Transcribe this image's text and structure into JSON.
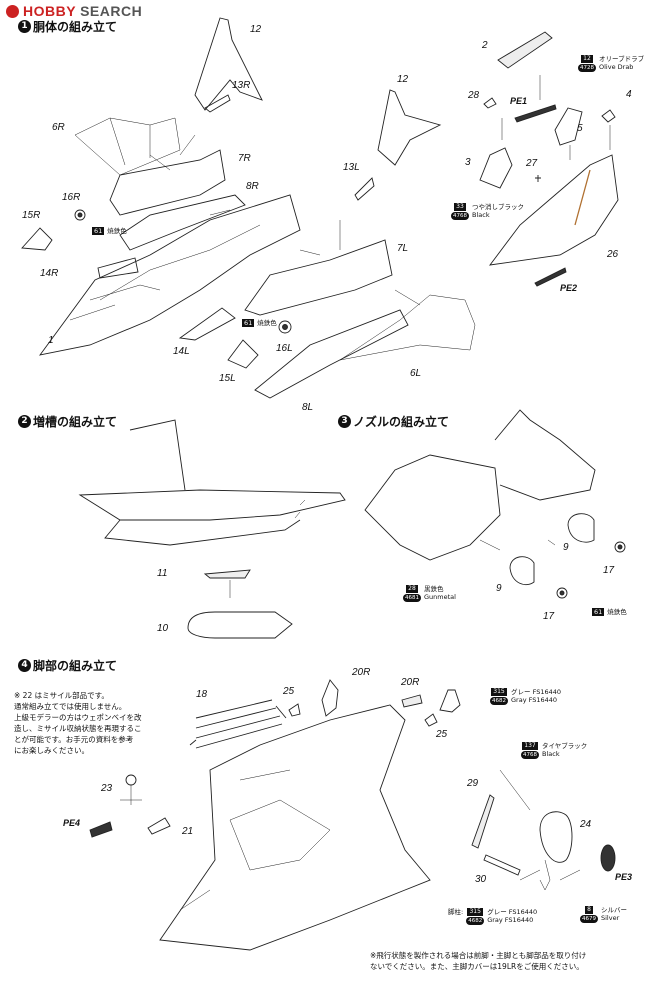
{
  "watermark": {
    "hobby": "HOBBY",
    "search": "SEARCH"
  },
  "sections": {
    "s1": {
      "num": "1",
      "title": "胴体の組み立て"
    },
    "s2": {
      "num": "2",
      "title": "増槽の組み立て"
    },
    "s3": {
      "num": "3",
      "title": "ノズルの組み立て"
    },
    "s4": {
      "num": "4",
      "title": "脚部の組み立て"
    }
  },
  "parts": {
    "p12a": "12",
    "p13R": "13R",
    "p6R": "6R",
    "p7R": "7R",
    "p8R": "8R",
    "p16R": "16R",
    "p15R": "15R",
    "p14R": "14R",
    "p1": "1",
    "p14L": "14L",
    "p15L": "15L",
    "p16L": "16L",
    "p12b": "12",
    "p13L": "13L",
    "p7L": "7L",
    "p6L": "6L",
    "p8L": "8L",
    "p2": "2",
    "p28": "28",
    "p3": "3",
    "p27": "27",
    "p5": "5",
    "p4": "4",
    "p26": "26",
    "pe1": "PE1",
    "pe2": "PE2",
    "p11": "11",
    "p10": "10",
    "p9a": "9",
    "p17a": "17",
    "p9b": "9",
    "p17b": "17",
    "p18": "18",
    "p25a": "25",
    "p20Ra": "20R",
    "p20Rb": "20R",
    "p25b": "25",
    "p23": "23",
    "pe4": "PE4",
    "p21": "21",
    "p29": "29",
    "p24": "24",
    "p30": "30",
    "pe3": "PE3"
  },
  "paints": {
    "olive": {
      "code": "12",
      "cap": "4728",
      "jp": "オリーブドラブ",
      "en": "Olive Drab"
    },
    "black_semi": {
      "code": "33",
      "cap": "4768",
      "jp": "つや消しブラック",
      "en": "Black"
    },
    "burnt1": {
      "code": "61",
      "jp": "焼鉄色"
    },
    "burnt2": {
      "code": "61",
      "jp": "焼鉄色"
    },
    "gunmetal": {
      "code": "28",
      "cap": "4681",
      "jp": "黒鉄色",
      "en": "Gunmetal"
    },
    "burnt3": {
      "code": "61",
      "jp": "焼鉄色"
    },
    "gray": {
      "code": "315",
      "cap": "4682",
      "jp": "グレー FS16440",
      "en": "Gray FS16440"
    },
    "tire": {
      "code": "137",
      "cap": "4768",
      "jp": "タイヤブラック",
      "en": "Black"
    },
    "leg_gray": {
      "prefix": "脚柱:",
      "code": "315",
      "cap": "4682",
      "jp": "グレー FS16440",
      "en": "Gray FS16440"
    },
    "silver": {
      "code": "8",
      "cap": "4679",
      "jp": "シルバー",
      "en": "Silver"
    }
  },
  "notes": {
    "missile": "※ 22 はミサイル部品です。\n通常組み立てでは使用しません。\n上級モデラーの方はウェポンベイを改\n造し、ミサイル収納状態を再現するこ\nとが可能です。お手元の資料を参考\nにお楽しみください。",
    "flight": "※飛行状態を製作される場合は前脚・主脚とも脚部品を取り付け\nないでください。また、主脚カバーは19LRをご使用ください。"
  }
}
